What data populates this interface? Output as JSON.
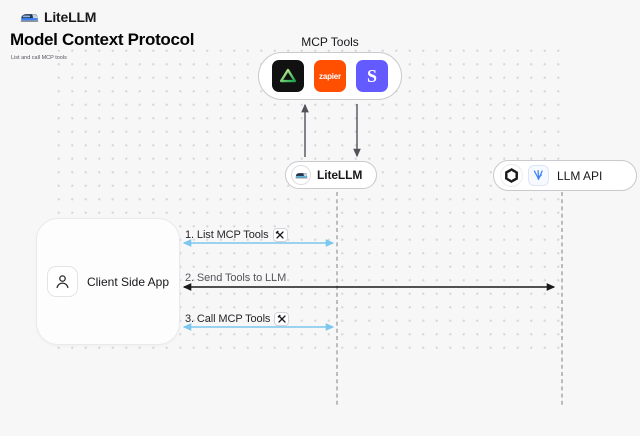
{
  "header": {
    "brand": "LiteLLM",
    "title": "Model Context Protocol",
    "subtitle": "List and call MCP tools"
  },
  "mcp_tools": {
    "label": "MCP Tools",
    "icons": [
      {
        "name": "green-triangle-tool",
        "bg": "#111111"
      },
      {
        "name": "zapier",
        "bg": "#ff4f00",
        "text": "zapier"
      },
      {
        "name": "stripe",
        "bg": "#635bff",
        "text": "S"
      }
    ]
  },
  "nodes": {
    "litellm": {
      "label": "LiteLLM"
    },
    "llm_api": {
      "label": "LLM API"
    },
    "client": {
      "label": "Client Side App"
    }
  },
  "sequence": [
    {
      "label": "1. List MCP Tools",
      "arrow_color": "#7cc7ee",
      "has_tools_icon": true
    },
    {
      "label": "2. Send Tools to LLM",
      "arrow_color": "#1a1a1a",
      "has_tools_icon": false
    },
    {
      "label": "3. Call MCP Tools",
      "arrow_color": "#7cc7ee",
      "has_tools_icon": true
    }
  ],
  "colors": {
    "background": "#f7f7f8",
    "node_border": "#c9c9ce",
    "lifeline_gray": "#a3a3a8",
    "vertical_arrow_gray": "#52525b",
    "blue_arrow": "#7cc7ee",
    "black_arrow": "#1a1a1a",
    "zapier_orange": "#ff4f00",
    "stripe_purple": "#635bff",
    "triangle_green": "#22c55e",
    "litellm_blue": "#3b82f6"
  }
}
